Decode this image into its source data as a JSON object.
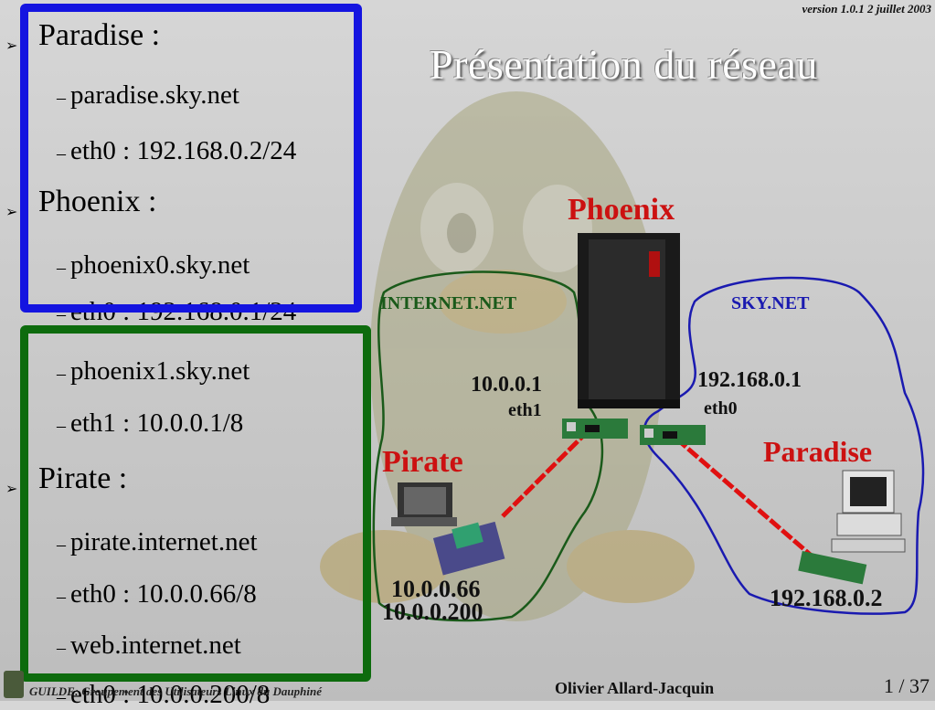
{
  "header": {
    "version": "version 1.0.1   2 juillet 2003",
    "title": "Présentation du réseau"
  },
  "list": [
    {
      "label": "Paradise :",
      "items": [
        "paradise.sky.net",
        "eth0 : 192.168.0.2/24"
      ]
    },
    {
      "label": "Phoenix :",
      "items": [
        "phoenix0.sky.net",
        "eth0 : 192.168.0.1/24",
        "phoenix1.sky.net",
        "eth1 : 10.0.0.1/8"
      ]
    },
    {
      "label": "Pirate :",
      "items": [
        "pirate.internet.net",
        "eth0 : 10.0.0.66/8",
        "web.internet.net",
        "eth0 : 10.0.0.200/8"
      ]
    }
  ],
  "diagram": {
    "phoenix": "Phoenix",
    "pirate": "Pirate",
    "paradise": "Paradise",
    "internet_net": "INTERNET.NET",
    "sky_net": "SKY.NET",
    "phoenix_eth1_ip": "10.0.0.1",
    "phoenix_eth1": "eth1",
    "phoenix_eth0_ip": "192.168.0.1",
    "phoenix_eth0": "eth0",
    "pirate_ip1": "10.0.0.66",
    "pirate_ip2": "10.0.0.200",
    "paradise_ip": "192.168.0.2",
    "colors": {
      "host_label": "#cc1111",
      "internet": "#1a5a1a",
      "sky": "#1a1ab0",
      "link": "#e01010"
    }
  },
  "footer": {
    "left": "GUILDE: Groupement des Utilisateurs Linux du Dauphiné",
    "center": "Olivier Allard-Jacquin",
    "page": "1 / 37"
  }
}
